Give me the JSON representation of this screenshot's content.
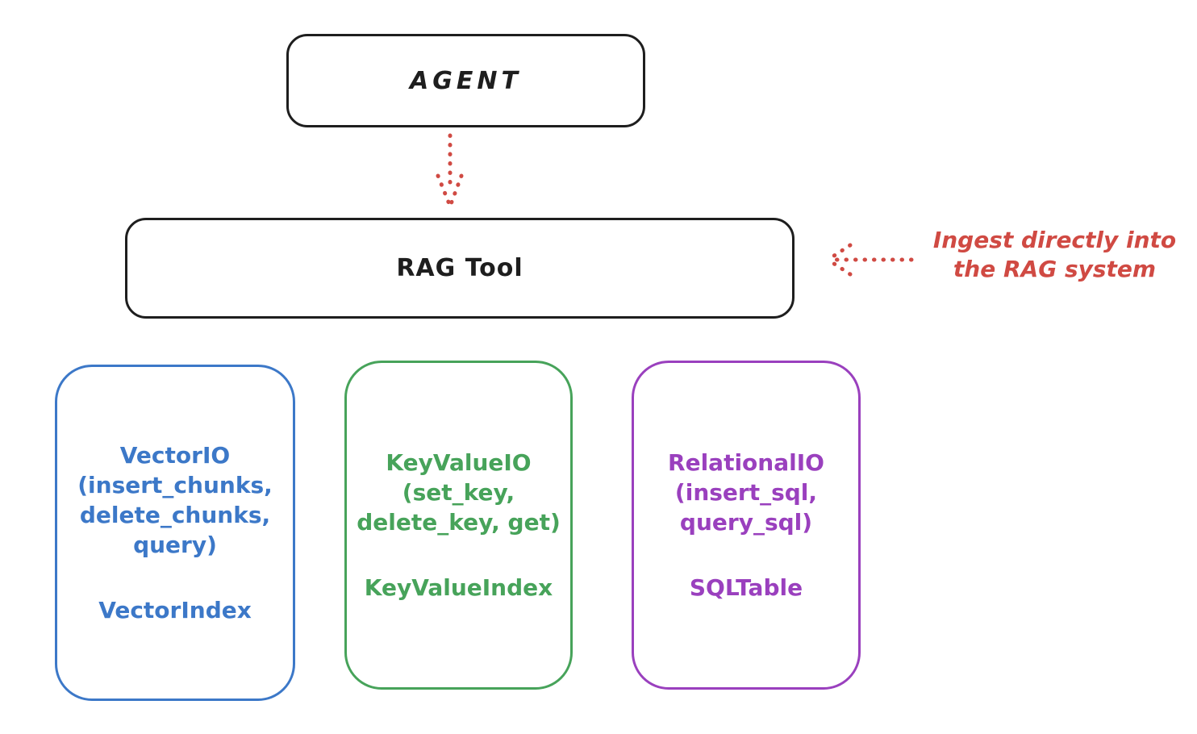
{
  "colors": {
    "background": "#ffffff",
    "ink": "#1e1e1e",
    "red": "#d04a43",
    "blue": "#3c78c8",
    "green": "#47a35a",
    "purple": "#9a40be"
  },
  "agent_box": {
    "label": "AGENT"
  },
  "rag_tool_box": {
    "label": "RAG Tool"
  },
  "annotation": {
    "line1": "Ingest directly into",
    "line2": "the RAG system"
  },
  "arrows": {
    "agent_to_rag": "dotted-arrow-down",
    "ingest_to_rag": "dotted-arrow-left"
  },
  "boxes": {
    "vector": {
      "lines": [
        "VectorIO",
        "(insert_chunks,",
        "delete_chunks,",
        "query)"
      ],
      "index_label": "VectorIndex"
    },
    "keyvalue": {
      "lines": [
        "KeyValueIO",
        "(set_key,",
        "delete_key, get)"
      ],
      "index_label": "KeyValueIndex"
    },
    "relational": {
      "lines": [
        "RelationalIO",
        "(insert_sql,",
        "query_sql)"
      ],
      "index_label": "SQLTable"
    }
  }
}
